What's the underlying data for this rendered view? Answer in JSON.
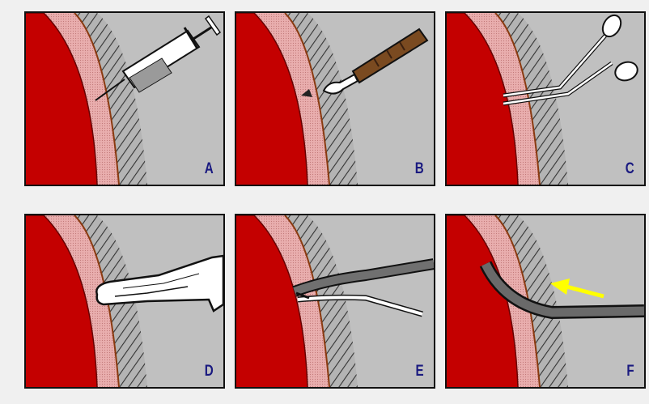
{
  "panels": [
    {
      "id": "A",
      "label": "A",
      "tool": "syringe"
    },
    {
      "id": "B",
      "label": "B",
      "tool": "scalpel"
    },
    {
      "id": "C",
      "label": "C",
      "tool": "hemostat-forceps"
    },
    {
      "id": "D",
      "label": "D",
      "tool": "gloved-finger"
    },
    {
      "id": "E",
      "label": "E",
      "tool": "chest-tube-in-clamp"
    },
    {
      "id": "F",
      "label": "F",
      "tool": "chest-tube"
    }
  ],
  "colors": {
    "panel_bg": "#c0c0c0",
    "lung": "#c40000",
    "pleura": "#e8a8a8",
    "membrane": "#8a3a10",
    "chest_wall": "#a8a8a8",
    "label": "#1a1a80",
    "arrow": "#ffff00"
  }
}
